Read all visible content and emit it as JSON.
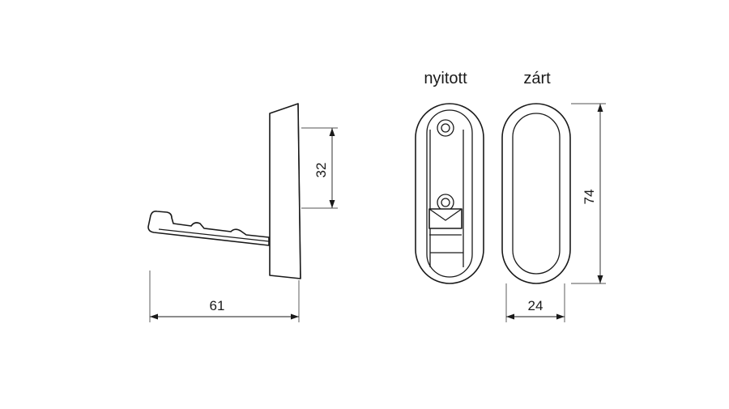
{
  "views": {
    "open_label": "nyitott",
    "closed_label": "zárt"
  },
  "dimensions": {
    "depth": "61",
    "hook_spacing": "32",
    "height": "74",
    "width": "24"
  }
}
